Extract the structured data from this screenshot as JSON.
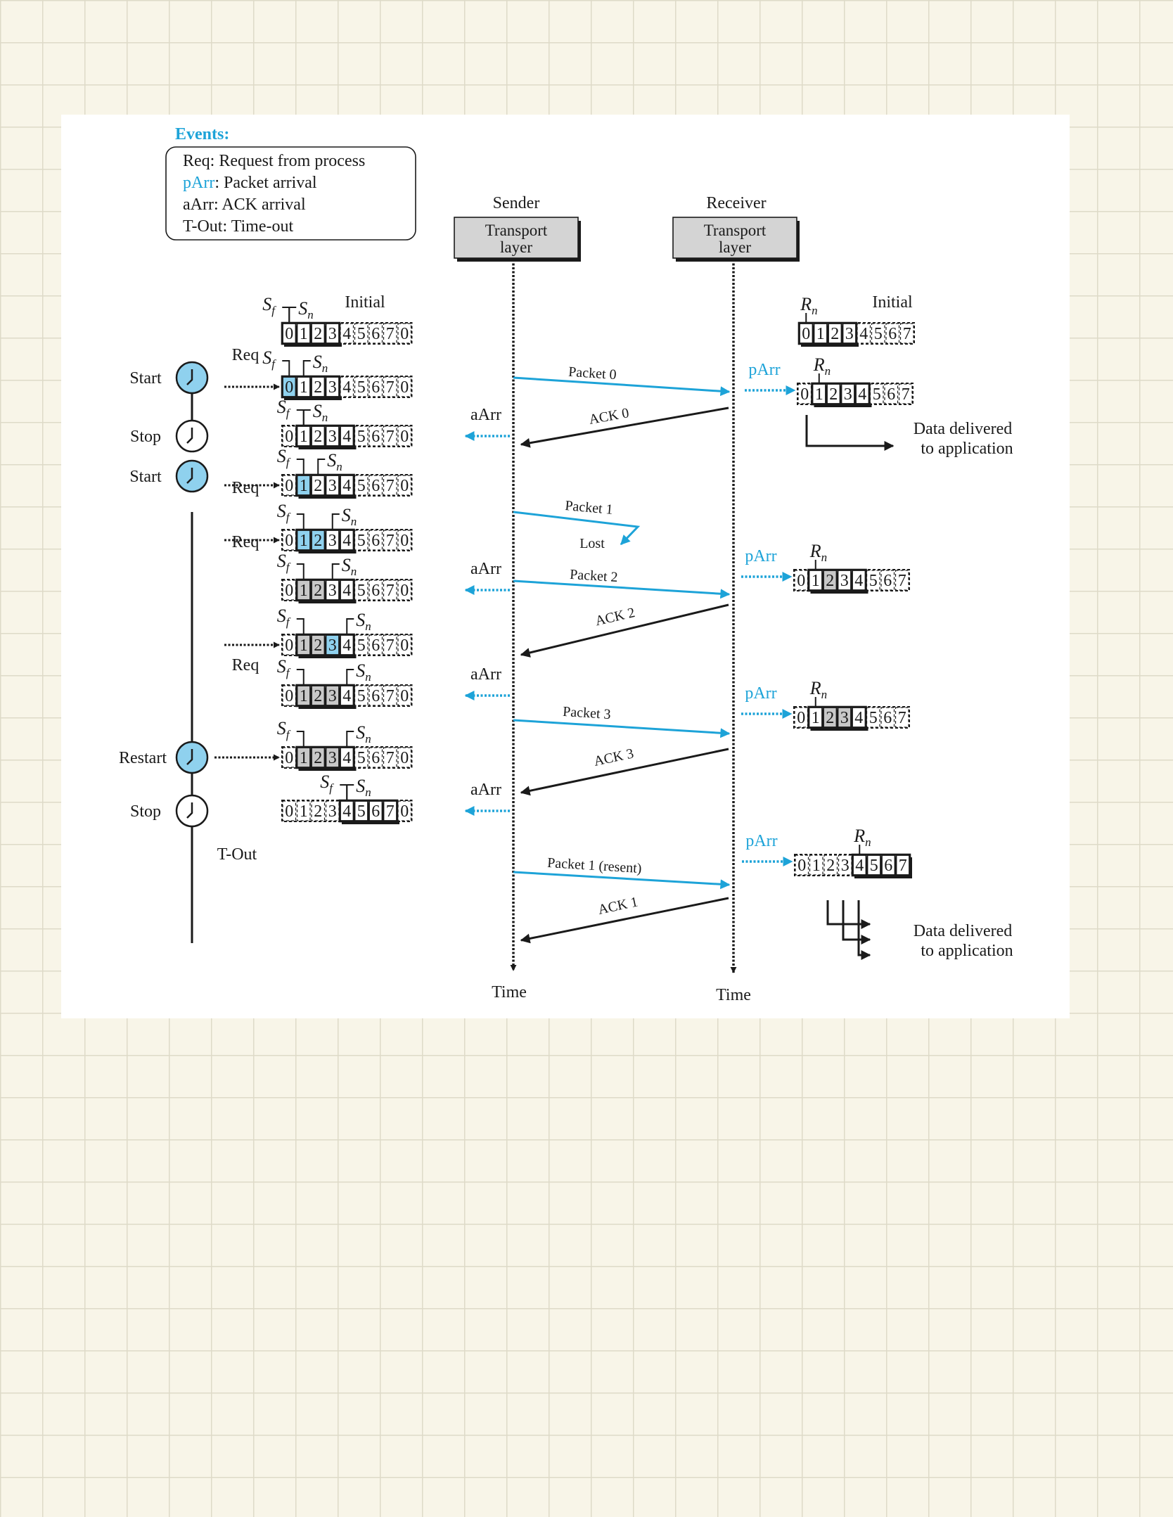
{
  "colors": {
    "accent": "#1da3d8",
    "highlight": "#8fd1ee",
    "dark": "#1a1a1a",
    "grey": "#d4d4d4",
    "shaded": "#c8c8c8"
  },
  "legend": {
    "title": "Events:",
    "items": [
      {
        "key": "Req",
        "text": ": Request from process"
      },
      {
        "key": "pArr",
        "text": ": Packet arrival"
      },
      {
        "key": "aArr",
        "text": ": ACK arrival"
      },
      {
        "key": "T-Out",
        "text": ": Time-out"
      }
    ]
  },
  "sender": {
    "label": "Sender",
    "box": [
      "Transport",
      "layer"
    ]
  },
  "receiver": {
    "label": "Receiver",
    "box": [
      "Transport",
      "layer"
    ]
  },
  "time_label": "Time",
  "labels": {
    "initial": "Initial",
    "sf": "S",
    "sf_sub": "f",
    "sn": "S",
    "sn_sub": "n",
    "rn": "R",
    "rn_sub": "n"
  },
  "sender_windows": [
    {
      "cells": [
        "0",
        "1",
        "2",
        "3",
        "4",
        "5",
        "6",
        "7",
        "0"
      ],
      "sf": 0,
      "sn": 0,
      "highlight": [],
      "shaded": [],
      "event": "",
      "timer": "",
      "state": "Initial"
    },
    {
      "cells": [
        "0",
        "1",
        "2",
        "3",
        "4",
        "5",
        "6",
        "7",
        "0"
      ],
      "sf": 0,
      "sn": 1,
      "highlight": [
        0
      ],
      "shaded": [],
      "event": "Req",
      "timer": "Start",
      "state": ""
    },
    {
      "cells": [
        "0",
        "1",
        "2",
        "3",
        "4",
        "5",
        "6",
        "7",
        "0"
      ],
      "sf": 1,
      "sn": 1,
      "highlight": [],
      "shaded": [],
      "event": "aArr",
      "timer": "Stop",
      "state": ""
    },
    {
      "cells": [
        "0",
        "1",
        "2",
        "3",
        "4",
        "5",
        "6",
        "7",
        "0"
      ],
      "sf": 1,
      "sn": 2,
      "highlight": [
        1
      ],
      "shaded": [],
      "event": "Req",
      "timer": "Start",
      "state": ""
    },
    {
      "cells": [
        "0",
        "1",
        "2",
        "3",
        "4",
        "5",
        "6",
        "7",
        "0"
      ],
      "sf": 1,
      "sn": 3,
      "highlight": [
        1,
        2
      ],
      "shaded": [],
      "event": "Req",
      "timer": "",
      "state": ""
    },
    {
      "cells": [
        "0",
        "1",
        "2",
        "3",
        "4",
        "5",
        "6",
        "7",
        "0"
      ],
      "sf": 1,
      "sn": 3,
      "highlight": [],
      "shaded": [
        1,
        2
      ],
      "event": "aArr",
      "timer": "",
      "state": ""
    },
    {
      "cells": [
        "0",
        "1",
        "2",
        "3",
        "4",
        "5",
        "6",
        "7",
        "0"
      ],
      "sf": 1,
      "sn": 4,
      "highlight": [
        3
      ],
      "shaded": [
        1,
        2
      ],
      "event": "Req",
      "timer": "",
      "state": ""
    },
    {
      "cells": [
        "0",
        "1",
        "2",
        "3",
        "4",
        "5",
        "6",
        "7",
        "0"
      ],
      "sf": 1,
      "sn": 4,
      "highlight": [],
      "shaded": [
        1,
        2,
        3
      ],
      "event": "aArr",
      "timer": "",
      "state": ""
    },
    {
      "cells": [
        "0",
        "1",
        "2",
        "3",
        "4",
        "5",
        "6",
        "7",
        "0"
      ],
      "sf": 1,
      "sn": 4,
      "highlight": [],
      "shaded": [
        1,
        2,
        3
      ],
      "event": "T-Out",
      "timer": "Restart",
      "state": ""
    },
    {
      "cells": [
        "0",
        "1",
        "2",
        "3",
        "4",
        "5",
        "6",
        "7",
        "0"
      ],
      "sf": 4,
      "sn": 4,
      "highlight": [],
      "shaded": [],
      "event": "aArr",
      "timer": "Stop",
      "state": ""
    }
  ],
  "receiver_windows": [
    {
      "cells": [
        "0",
        "1",
        "2",
        "3",
        "4",
        "5",
        "6",
        "7"
      ],
      "rn": 0,
      "shaded": [],
      "event": "",
      "state": "Initial"
    },
    {
      "cells": [
        "0",
        "1",
        "2",
        "3",
        "4",
        "5",
        "6",
        "7"
      ],
      "rn": 1,
      "shaded": [],
      "event": "pArr",
      "state": ""
    },
    {
      "cells": [
        "0",
        "1",
        "2",
        "3",
        "4",
        "5",
        "6",
        "7"
      ],
      "rn": 1,
      "shaded": [
        2
      ],
      "event": "pArr",
      "state": ""
    },
    {
      "cells": [
        "0",
        "1",
        "2",
        "3",
        "4",
        "5",
        "6",
        "7"
      ],
      "rn": 1,
      "shaded": [
        2,
        3
      ],
      "event": "pArr",
      "state": ""
    },
    {
      "cells": [
        "0",
        "1",
        "2",
        "3",
        "4",
        "5",
        "6",
        "7"
      ],
      "rn": 4,
      "shaded": [],
      "event": "pArr",
      "state": ""
    }
  ],
  "messages": [
    {
      "label": "Packet 0",
      "kind": "packet"
    },
    {
      "label": "ACK 0",
      "kind": "ack"
    },
    {
      "label": "Packet 1",
      "kind": "packet"
    },
    {
      "label": "Lost",
      "kind": "note"
    },
    {
      "label": "Packet 2",
      "kind": "packet"
    },
    {
      "label": "ACK 2",
      "kind": "ack"
    },
    {
      "label": "Packet 3",
      "kind": "packet"
    },
    {
      "label": "ACK 3",
      "kind": "ack"
    },
    {
      "label": "Packet 1 (resent)",
      "kind": "packet"
    },
    {
      "label": "ACK 1",
      "kind": "ack"
    }
  ],
  "delivered_label": [
    "Data delivered",
    "to application"
  ]
}
